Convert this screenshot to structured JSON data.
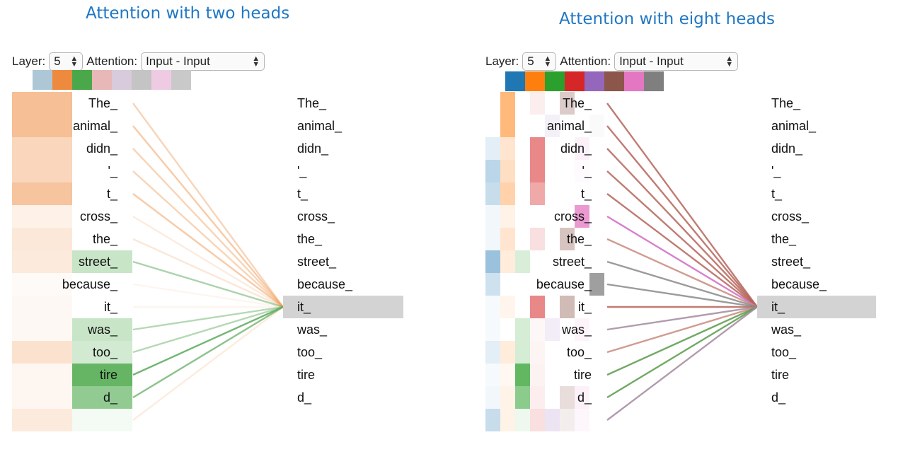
{
  "panels": [
    {
      "title": "Attention with two heads",
      "layer_label": "Layer:",
      "layer_value": "5",
      "attention_label": "Attention:",
      "attention_value": "Input - Input",
      "swatch_colors": [
        "#aec7d6",
        "#ee8a3e",
        "#4aa84a",
        "#e8b7b7",
        "#d8cbdb",
        "#c4c4c4",
        "#eecbe2",
        "#c9c9c9"
      ],
      "head_colors": [
        "#ee8a3e",
        "#4aa84a"
      ],
      "line_colors": [
        "#f0a060",
        "#5aa85a"
      ],
      "left_tokens": [
        "The_",
        "animal_",
        "didn_",
        "'_",
        "t_",
        "cross_",
        "the_",
        "street_",
        "because_",
        "it_",
        "was_",
        "too_",
        "tire",
        "d_",
        ""
      ],
      "right_tokens": [
        "The_",
        "animal_",
        "didn_",
        "'_",
        "t_",
        "cross_",
        "the_",
        "street_",
        "because_",
        "it_",
        "was_",
        "too_",
        "tire",
        "d_"
      ],
      "selected_index": 9,
      "cells": [
        [
          0.55,
          0.0
        ],
        [
          0.55,
          0.0
        ],
        [
          0.35,
          0.0
        ],
        [
          0.35,
          0.0
        ],
        [
          0.5,
          0.0
        ],
        [
          0.12,
          0.0
        ],
        [
          0.2,
          0.0
        ],
        [
          0.18,
          0.3
        ],
        [
          0.04,
          0.0
        ],
        [
          0.06,
          0.0
        ],
        [
          0.06,
          0.3
        ],
        [
          0.25,
          0.25
        ],
        [
          0.08,
          0.85
        ],
        [
          0.08,
          0.6
        ],
        [
          0.18,
          0.06
        ]
      ],
      "line_weights": [
        [
          0.45,
          0.0
        ],
        [
          0.55,
          0.0
        ],
        [
          0.45,
          0.0
        ],
        [
          0.45,
          0.0
        ],
        [
          0.55,
          0.0
        ],
        [
          0.2,
          0.0
        ],
        [
          0.25,
          0.0
        ],
        [
          0.0,
          0.5
        ],
        [
          0.1,
          0.0
        ],
        [
          0.1,
          0.0
        ],
        [
          0.0,
          0.45
        ],
        [
          0.0,
          0.45
        ],
        [
          0.0,
          0.85
        ],
        [
          0.0,
          0.7
        ],
        [
          0.2,
          0.0
        ]
      ]
    },
    {
      "title": "Attention with eight heads",
      "layer_label": "Layer:",
      "layer_value": "5",
      "attention_label": "Attention:",
      "attention_value": "Input - Input",
      "swatch_colors": [
        "#1f77b4",
        "#ff7f0e",
        "#2ca02c",
        "#d62728",
        "#9467bd",
        "#8c564b",
        "#e377c2",
        "#7f7f7f"
      ],
      "head_colors": [
        "#1f77b4",
        "#ff7f0e",
        "#2ca02c",
        "#d62728",
        "#9467bd",
        "#8c564b",
        "#e377c2",
        "#7f7f7f"
      ],
      "line_colors": [
        "#b5655a",
        "#c98a7d",
        "#d06ac4",
        "#8a8a8a",
        "#5a9a4a",
        "#a58aa0"
      ],
      "left_tokens": [
        "The_",
        "animal_",
        "didn_",
        "'_",
        "t_",
        "cross_",
        "the_",
        "street_",
        "because_",
        "it_",
        "was_",
        "too_",
        "tire",
        "d_",
        ""
      ],
      "right_tokens": [
        "The_",
        "animal_",
        "didn_",
        "'_",
        "t_",
        "cross_",
        "the_",
        "street_",
        "because_",
        "it_",
        "was_",
        "too_",
        "tire",
        "d_"
      ],
      "selected_index": 9,
      "cells": [
        [
          0.0,
          0.55,
          0.0,
          0.08,
          0.0,
          0.3,
          0.0,
          0.0
        ],
        [
          0.0,
          0.55,
          0.0,
          0.0,
          0.1,
          0.0,
          0.0,
          0.04
        ],
        [
          0.12,
          0.2,
          0.0,
          0.55,
          0.0,
          0.0,
          0.1,
          0.0
        ],
        [
          0.3,
          0.25,
          0.0,
          0.55,
          0.0,
          0.0,
          0.04,
          0.0
        ],
        [
          0.25,
          0.35,
          0.0,
          0.4,
          0.0,
          0.0,
          0.0,
          0.0
        ],
        [
          0.06,
          0.1,
          0.0,
          0.0,
          0.0,
          0.0,
          0.75,
          0.0
        ],
        [
          0.06,
          0.2,
          0.0,
          0.15,
          0.0,
          0.35,
          0.0,
          0.0
        ],
        [
          0.45,
          0.15,
          0.18,
          0.0,
          0.0,
          0.0,
          0.0,
          0.0
        ],
        [
          0.22,
          0.0,
          0.0,
          0.0,
          0.0,
          0.0,
          0.0,
          0.75
        ],
        [
          0.04,
          0.08,
          0.0,
          0.55,
          0.0,
          0.4,
          0.0,
          0.0
        ],
        [
          0.04,
          0.0,
          0.2,
          0.04,
          0.12,
          0.0,
          0.08,
          0.0
        ],
        [
          0.12,
          0.15,
          0.2,
          0.05,
          0.0,
          0.0,
          0.0,
          0.0
        ],
        [
          0.04,
          0.06,
          0.75,
          0.06,
          0.0,
          0.0,
          0.0,
          0.0
        ],
        [
          0.06,
          0.1,
          0.55,
          0.08,
          0.0,
          0.2,
          0.1,
          0.0
        ],
        [
          0.25,
          0.1,
          0.08,
          0.15,
          0.18,
          0.1,
          0.06,
          0.0
        ]
      ],
      "line_color_index": [
        0,
        0,
        0,
        0,
        0,
        2,
        1,
        3,
        3,
        0,
        5,
        1,
        4,
        4,
        5
      ]
    }
  ]
}
